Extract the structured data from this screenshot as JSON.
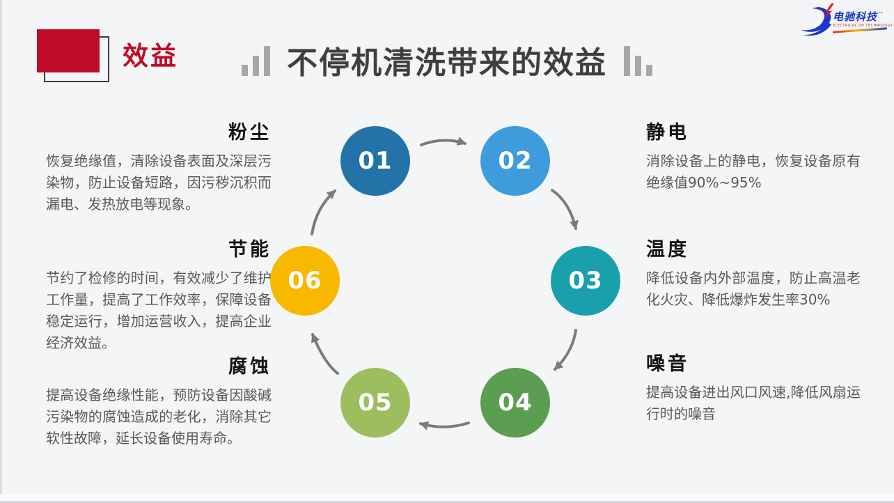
{
  "header": {
    "section_label": "效益",
    "title": "不停机清洗带来的效益",
    "accent_color": "#BE0C26",
    "title_color": "#3F3F3F"
  },
  "logo": {
    "name": "电驰科技",
    "tm": "™",
    "subtext": "ELECTRICAL DH TECHNOLOGY"
  },
  "icons": {
    "left_of_title": "bar-chart-ascending",
    "right_of_title": "bar-chart-descending",
    "logo_mark": "stylized-d-swoosh",
    "logo_bolt": "lightning-bolt"
  },
  "benefits": {
    "left": [
      {
        "heading": "粉尘",
        "body": "恢复绝缘值，清除设备表面及深层污染物，防止设备短路，因污秽沉积而漏电、发热放电等现象。"
      },
      {
        "heading": "节能",
        "body": "节约了检修的时间，有效减少了维护工作量，提高了工作效率，保障设备稳定运行，增加运营收入，提高企业经济效益。"
      },
      {
        "heading": "腐蚀",
        "body": "提高设备绝缘性能，预防设备因酸碱污染物的腐蚀造成的老化，消除其它软性故障，延长设备使用寿命。"
      }
    ],
    "right": [
      {
        "heading": "静电",
        "body": "消除设备上的静电，恢复设备原有绝缘值90%~95%"
      },
      {
        "heading": "温度",
        "body": "降低设备内外部温度，防止高温老化火灾、降低爆炸发生率30%"
      },
      {
        "heading": "噪音",
        "body": "提高设备进出风口风速,降低风扇运行时的噪音"
      }
    ]
  },
  "diagram": {
    "arrow_color": "#7B7B7B",
    "steps": [
      {
        "number": "01",
        "color": "#2473A8"
      },
      {
        "number": "02",
        "color": "#3E9BDC"
      },
      {
        "number": "03",
        "color": "#1AA0AC"
      },
      {
        "number": "04",
        "color": "#5C9E51"
      },
      {
        "number": "05",
        "color": "#9CBE5F"
      },
      {
        "number": "06",
        "color": "#F8B800"
      }
    ]
  }
}
